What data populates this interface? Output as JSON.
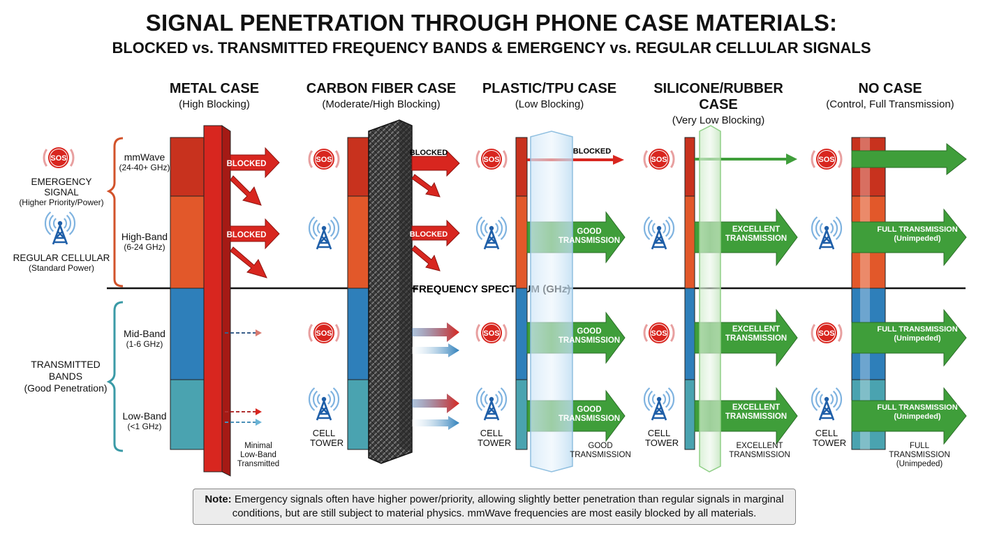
{
  "header": {
    "title": "SIGNAL PENETRATION THROUGH PHONE CASE MATERIALS:",
    "subtitle": "BLOCKED vs. TRANSMITTED FREQUENCY BANDS & EMERGENCY vs. REGULAR CELLULAR SIGNALS"
  },
  "columns": [
    {
      "name": "METAL CASE",
      "blocking": "(High Blocking)"
    },
    {
      "name": "CARBON FIBER CASE",
      "blocking": "(Moderate/High Blocking)"
    },
    {
      "name": "PLASTIC/TPU CASE",
      "blocking": "(Low Blocking)"
    },
    {
      "name": "SILICONE/RUBBER CASE",
      "blocking": "(Very Low Blocking)"
    },
    {
      "name": "NO CASE",
      "blocking": "(Control, Full Transmission)"
    }
  ],
  "left_labels": {
    "emergency": "EMERGENCY SIGNAL",
    "emergency_sub": "(Higher Priority/Power)",
    "regular": "REGULAR CELLULAR",
    "regular_sub": "(Standard Power)",
    "transmitted_1": "TRANSMITTED",
    "transmitted_2": "BANDS",
    "transmitted_sub": "(Good Penetration)"
  },
  "bands": [
    {
      "name": "mmWave",
      "range": "(24-40+ GHz)"
    },
    {
      "name": "High-Band",
      "range": "(6-24 GHz)"
    },
    {
      "name": "Mid-Band",
      "range": "(1-6 GHz)"
    },
    {
      "name": "Low-Band",
      "range": "(<1 GHz)"
    }
  ],
  "axis_label": "FREQUENCY SPECTRUM (GHz)",
  "sos": "SOS",
  "cell_tower": [
    "CELL",
    "TOWER"
  ],
  "arrow_labels": {
    "blocked": "BLOCKED",
    "good": [
      "GOOD",
      "TRANSMISSION"
    ],
    "excellent": [
      "EXCELLENT",
      "TRANSMISSION"
    ],
    "full": [
      "FULL TRANSMISSION",
      "(Unimpeded)"
    ]
  },
  "bottom_labels": {
    "metal": [
      "Minimal",
      "Low-Band",
      "Transmitted"
    ],
    "plastic": [
      "GOOD",
      "TRANSMISSION"
    ],
    "silicone": [
      "EXCELLENT",
      "TRANSMISSION"
    ],
    "nocase": [
      "FULL",
      "TRANSMISSION",
      "(Unimpeded)"
    ]
  },
  "note": {
    "label": "Note:",
    "text": "Emergency signals often have higher power/priority, allowing slightly better penetration than regular signals in marginal conditions, but are still subject to material physics. mmWave frequencies are most easily blocked by all materials."
  },
  "colors": {
    "mmwave": "#c8321e",
    "highband": "#e2582a",
    "midband": "#2e7fba",
    "lowband": "#4aa3b0",
    "blocked_red": "#d8261f",
    "green": "#3f9e3a",
    "tower_blue": "#1f5fa8"
  }
}
